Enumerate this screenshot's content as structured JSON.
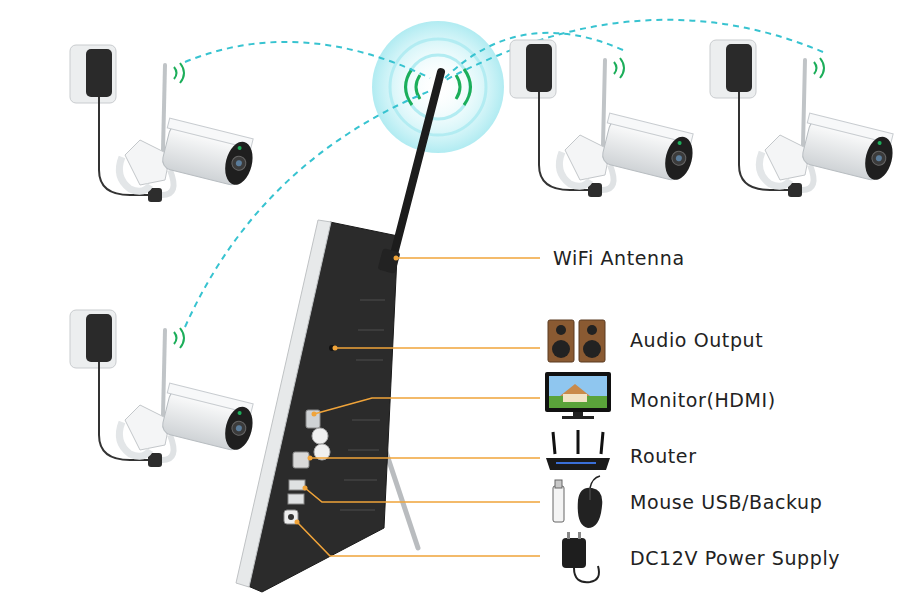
{
  "diagram": {
    "labels": [
      "WiFi Antenna",
      "Audio Output",
      "Monitor(HDMI)",
      "Router",
      "Mouse USB/Backup",
      "DC12V Power Supply"
    ]
  }
}
